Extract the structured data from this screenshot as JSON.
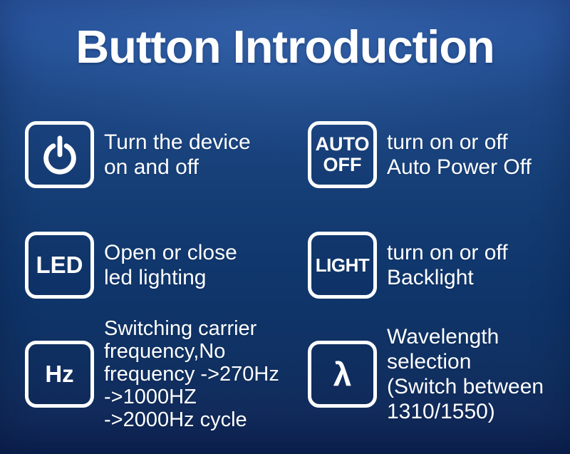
{
  "title": "Button Introduction",
  "colors": {
    "background_top": "#2a57a4",
    "background_bottom": "#0c2150",
    "foreground": "#ffffff"
  },
  "cells": [
    {
      "icon": "power-icon",
      "desc_lines": [
        "Turn the device",
        "on and off"
      ]
    },
    {
      "label_lines": [
        "AUTO",
        "OFF"
      ],
      "desc_lines": [
        "turn on or off",
        "Auto Power Off"
      ]
    },
    {
      "label": "LED",
      "desc_lines": [
        "Open or close",
        "led lighting"
      ]
    },
    {
      "label": "LIGHT",
      "desc_lines": [
        "turn on or off",
        "Backlight"
      ]
    },
    {
      "label": "Hz",
      "desc_lines": [
        "Switching carrier",
        "frequency,No",
        "frequency -&gt;270Hz",
        "->1000HZ",
        "->2000Hz cycle"
      ]
    },
    {
      "label": "λ",
      "desc_lines": [
        "Wavelength",
        "selection",
        "(Switch between",
        "1310/1550)"
      ]
    }
  ]
}
